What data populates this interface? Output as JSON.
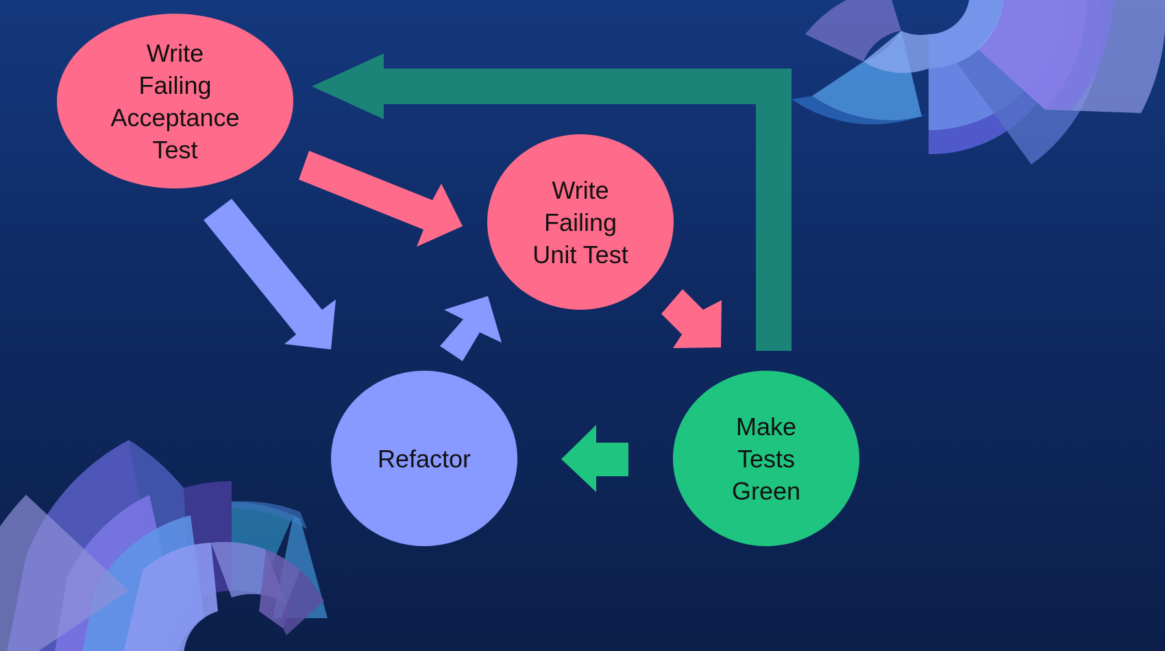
{
  "colors": {
    "pink": "#ff6b8b",
    "periwinkle": "#8899ff",
    "green": "#1fc481",
    "teal": "#1b8378",
    "background_top": "#14387e",
    "background_bottom": "#0b1f4a"
  },
  "nodes": {
    "acceptance": {
      "label": "Write\nFailing\nAcceptance\nTest"
    },
    "unit": {
      "label": "Write\nFailing\nUnit Test"
    },
    "refactor": {
      "label": "Refactor"
    },
    "green": {
      "label": "Make\nTests\nGreen"
    }
  }
}
